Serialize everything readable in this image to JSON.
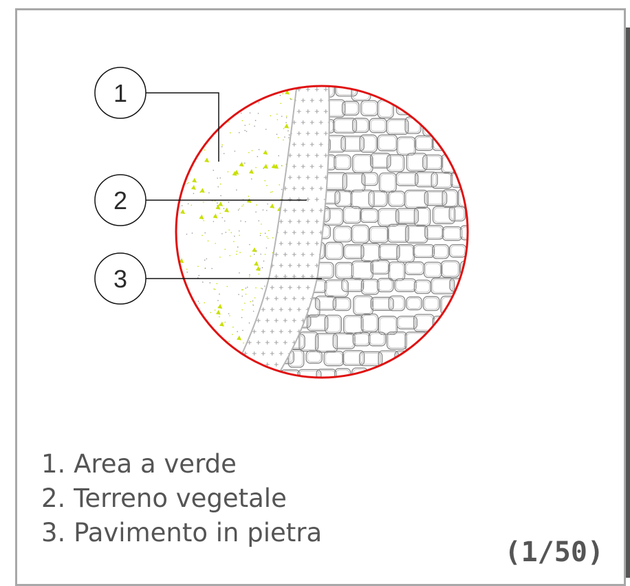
{
  "callouts": [
    {
      "number": "1"
    },
    {
      "number": "2"
    },
    {
      "number": "3"
    }
  ],
  "legend": {
    "items": [
      "1. Area a verde",
      "2. Terreno vegetale",
      "3. Pavimento in pietra"
    ]
  },
  "scale_label": "(1/50)",
  "colors": {
    "circle_outline": "#e01010",
    "grass_marks": "#c8e000",
    "hatch_gray": "#b5b5b5",
    "stone_outline": "#888888"
  }
}
